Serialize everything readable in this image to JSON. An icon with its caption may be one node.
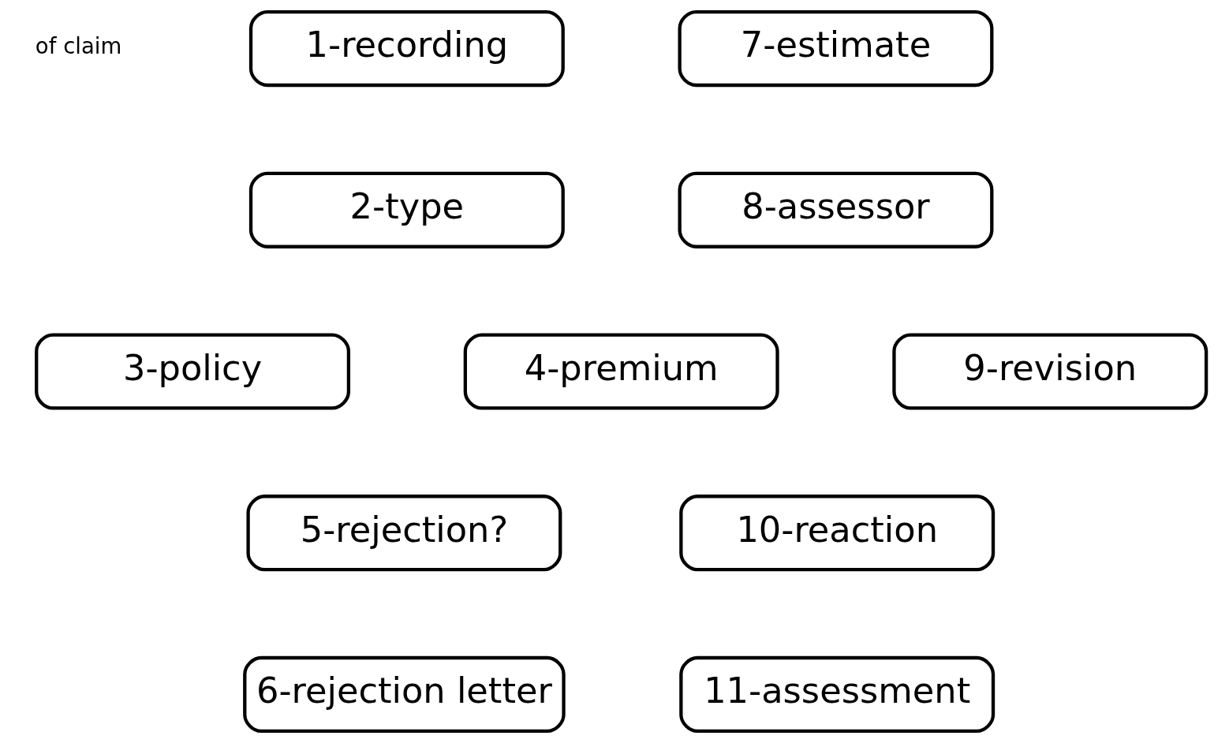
{
  "diagram": {
    "nodes": [
      {
        "text": [
          "1-recording"
        ]
      },
      {
        "text": [
          "2-type"
        ]
      },
      {
        "text": [
          "3-policy"
        ]
      },
      {
        "text": [
          "4-premium"
        ]
      },
      {
        "text": [
          "5-rejection?"
        ]
      },
      {
        "text": [
          "6-rejection letter"
        ]
      },
      {
        "text": [
          "7-estimate"
        ]
      },
      {
        "text": [
          "8-assessor"
        ]
      },
      {
        "text": [
          "9-revision"
        ]
      },
      {
        "text": [
          "10-reaction"
        ]
      },
      {
        "text": [
          "11-assessment"
        ]
      }
    ],
    "labels": [
      "of claim"
    ]
  }
}
